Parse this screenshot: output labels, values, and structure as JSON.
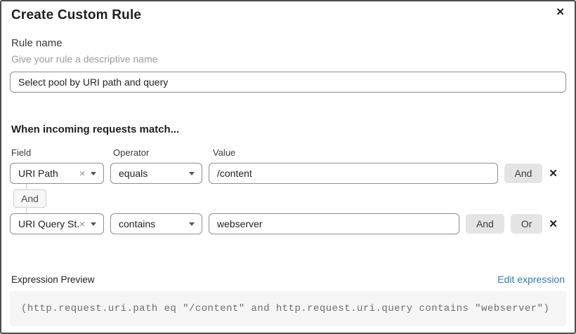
{
  "dialog": {
    "title": "Create Custom Rule"
  },
  "icons": {
    "close": "✕",
    "remove": "✕",
    "clear": "×"
  },
  "rule_name": {
    "label": "Rule name",
    "hint": "Give your rule a descriptive name",
    "value": "Select pool by URI path and query"
  },
  "match": {
    "heading": "When incoming requests match...",
    "columns": {
      "field": "Field",
      "operator": "Operator",
      "value": "Value"
    },
    "connector": "And",
    "rows": [
      {
        "field": "URI Path",
        "operator": "equals",
        "value": "/content",
        "buttons": [
          "And"
        ]
      },
      {
        "field": "URI Query St...",
        "operator": "contains",
        "value": "webserver",
        "buttons": [
          "And",
          "Or"
        ]
      }
    ]
  },
  "expression": {
    "label": "Expression Preview",
    "edit_link": "Edit expression",
    "code": "(http.request.uri.path eq \"/content\" and http.request.uri.query contains \"webserver\")"
  },
  "colors": {
    "link": "#2f7bb6",
    "button_bg": "#e4e4e4",
    "code_bg": "#f5f5f5",
    "border": "#8e8e8e"
  }
}
